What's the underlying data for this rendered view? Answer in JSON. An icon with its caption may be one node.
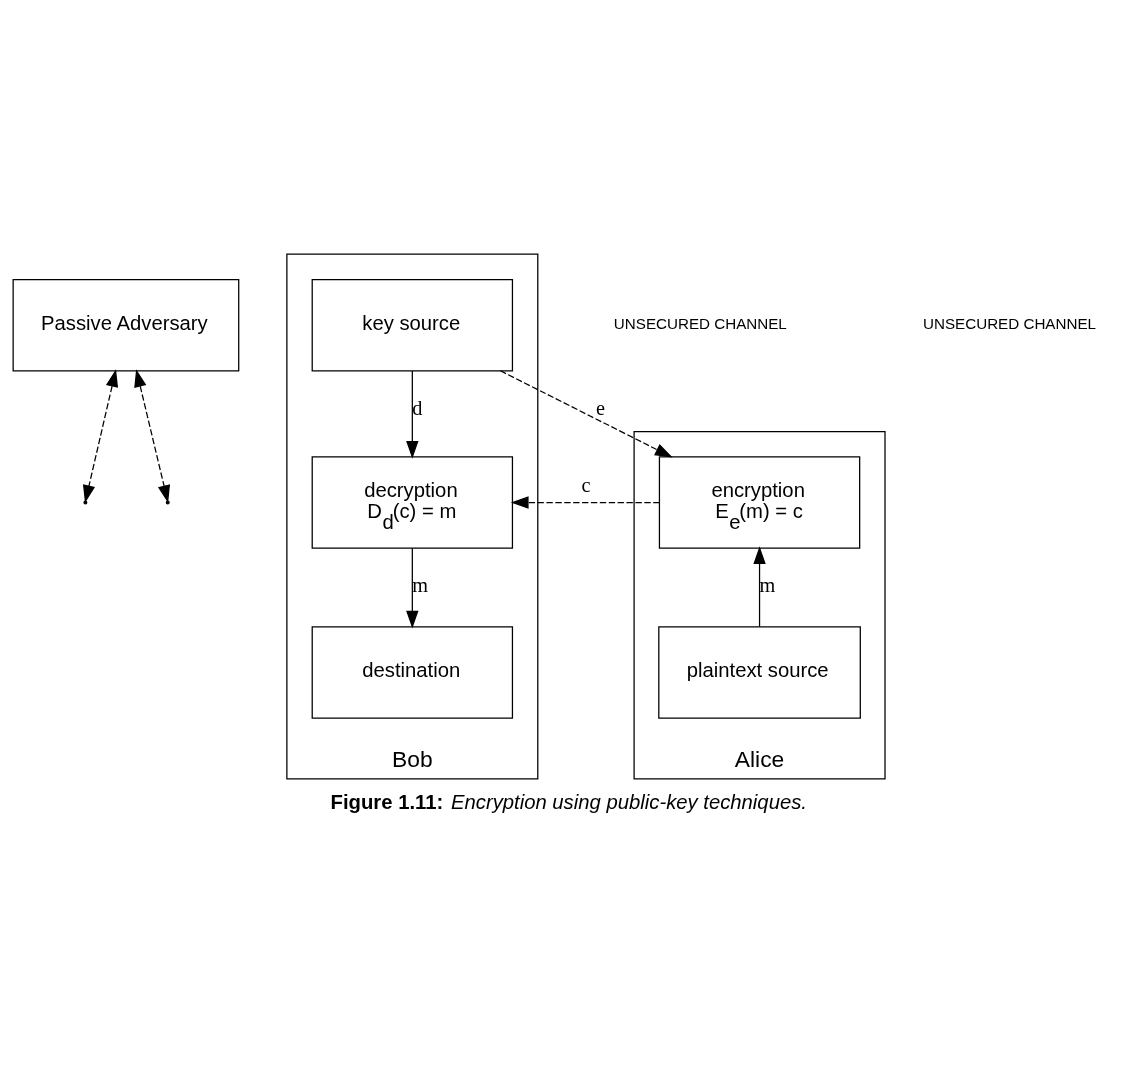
{
  "diagram": {
    "caption": "**Figure 1.11:** *Encryption using public-key techniques.*",
    "nodes": [
      {
        "text": [
          "Passive Adversary"
        ]
      },
      {
        "text": [
          "Alice"
        ]
      },
      {
        "text": [
          "encryption",
          "E$_{e}$(m) = c"
        ],
        "in": 1
      },
      {
        "text": [
          "plaintext source"
        ],
        "in": 1
      },
      {
        "text": [
          "Bob"
        ]
      },
      {
        "text": [
          "key source"
        ],
        "in": 4
      },
      {
        "text": [
          "decryption",
          "D$_{d}$(c) = m"
        ],
        "in": 4
      },
      {
        "text": [
          "destination"
        ],
        "in": 4
      }
    ],
    "edges": [
      {
        "from": 5,
        "to": 2,
        "arrow": "to",
        "label": "e",
        "style": "dashed"
      },
      {
        "from": 2,
        "to": 6,
        "arrow": "to",
        "label": "c",
        "style": "dashed"
      },
      {
        "from": 0,
        "to": null,
        "arrow": "both",
        "style": "dashed"
      },
      {
        "from": 0,
        "to": null,
        "arrow": "both",
        "style": "dashed"
      },
      {
        "from": 3,
        "to": 2,
        "arrow": "to",
        "label": "m"
      },
      {
        "from": 5,
        "to": 6,
        "arrow": "to",
        "label": "d"
      },
      {
        "from": 6,
        "to": 7,
        "arrow": "to",
        "label": "m"
      }
    ],
    "labels": [
      "UNSECURED CHANNEL",
      "UNSECURED CHANNEL"
    ]
  }
}
